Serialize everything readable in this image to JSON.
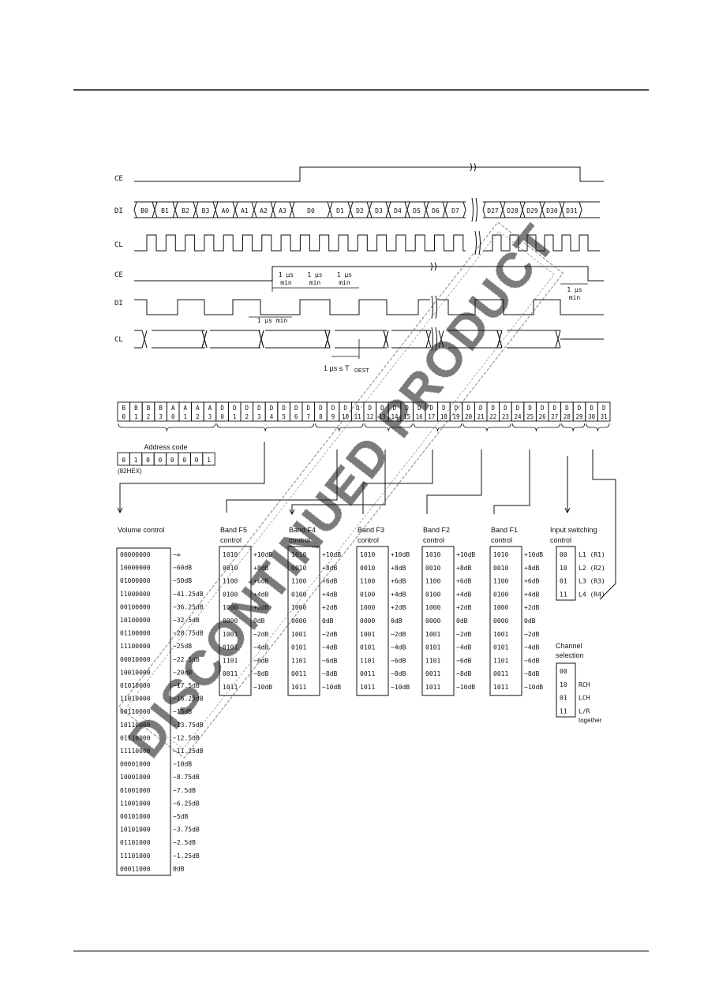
{
  "timing": {
    "top_signals": {
      "ce": "CE",
      "di": "DI",
      "cl": "CL"
    },
    "bits": [
      "B0",
      "B1",
      "B2",
      "B3",
      "A0",
      "A1",
      "A2",
      "A3",
      "D0",
      "D1",
      "D2",
      "D3",
      "D4",
      "D5",
      "D6",
      "D7",
      "D27",
      "D28",
      "D29",
      "D30",
      "D31"
    ],
    "bottom_signals": {
      "ce": "CE",
      "di": "DI",
      "cl": "CL"
    },
    "annotations": {
      "min1": [
        "1 µs",
        "min"
      ],
      "min2": [
        "1 µs",
        "min"
      ],
      "min3": [
        "1 µs",
        "min"
      ],
      "min_di": "1 µs  min",
      "min_ce_end": [
        "1 µs",
        "min"
      ],
      "tdest_main": "1 µs ≤ T",
      "tdest_sub": "DEST"
    }
  },
  "bitmap": {
    "cells": [
      [
        "B",
        "0"
      ],
      [
        "B",
        "1"
      ],
      [
        "B",
        "2"
      ],
      [
        "B",
        "3"
      ],
      [
        "A",
        "0"
      ],
      [
        "A",
        "1"
      ],
      [
        "A",
        "2"
      ],
      [
        "A",
        "3"
      ],
      [
        "D",
        "0"
      ],
      [
        "D",
        "1"
      ],
      [
        "D",
        "2"
      ],
      [
        "D",
        "3"
      ],
      [
        "D",
        "4"
      ],
      [
        "D",
        "5"
      ],
      [
        "D",
        "6"
      ],
      [
        "D",
        "7"
      ],
      [
        "D",
        "8"
      ],
      [
        "D",
        "9"
      ],
      [
        "D",
        "10"
      ],
      [
        "D",
        "11"
      ],
      [
        "D",
        "12"
      ],
      [
        "D",
        "13"
      ],
      [
        "D",
        "14"
      ],
      [
        "D",
        "15"
      ],
      [
        "D",
        "16"
      ],
      [
        "D",
        "17"
      ],
      [
        "D",
        "18"
      ],
      [
        "D",
        "19"
      ],
      [
        "D",
        "20"
      ],
      [
        "D",
        "21"
      ],
      [
        "D",
        "22"
      ],
      [
        "D",
        "23"
      ],
      [
        "D",
        "24"
      ],
      [
        "D",
        "25"
      ],
      [
        "D",
        "26"
      ],
      [
        "D",
        "27"
      ],
      [
        "D",
        "28"
      ],
      [
        "D",
        "29"
      ],
      [
        "D",
        "30"
      ],
      [
        "D",
        "31"
      ]
    ],
    "address_label": "Address code",
    "address_bits": [
      "0",
      "1",
      "0",
      "0",
      "0",
      "0",
      "0",
      "1"
    ],
    "address_hex": "(82HEX)"
  },
  "volume": {
    "title": "Volume control",
    "rows": [
      [
        "00000000",
        "−∞"
      ],
      [
        "10000000",
        "−60dB"
      ],
      [
        "01000000",
        "−50dB"
      ],
      [
        "11000000",
        "−41.25dB"
      ],
      [
        "00100000",
        "−36.25dB"
      ],
      [
        "10100000",
        "−32.5dB"
      ],
      [
        "01100000",
        "−28.75dB"
      ],
      [
        "11100000",
        "−25dB"
      ],
      [
        "00010000",
        "−22.5dB"
      ],
      [
        "10010000",
        "−20dB"
      ],
      [
        "01010000",
        "−17.5dB"
      ],
      [
        "11010000",
        "−16.25dB"
      ],
      [
        "00110000",
        "−15dB"
      ],
      [
        "10110000",
        "−13.75dB"
      ],
      [
        "01110000",
        "−12.5dB"
      ],
      [
        "11110000",
        "−11.25dB"
      ],
      [
        "00001000",
        "−10dB"
      ],
      [
        "10001000",
        "−8.75dB"
      ],
      [
        "01001000",
        "−7.5dB"
      ],
      [
        "11001000",
        "−6.25dB"
      ],
      [
        "00101000",
        "−5dB"
      ],
      [
        "10101000",
        "−3.75dB"
      ],
      [
        "01101000",
        "−2.5dB"
      ],
      [
        "11101000",
        "−1.25dB"
      ],
      [
        "00011000",
        "0dB"
      ]
    ]
  },
  "bands": [
    {
      "title": [
        "Band F5",
        "control"
      ]
    },
    {
      "title": [
        "Band F4",
        "control"
      ]
    },
    {
      "title": [
        "Band F3",
        "control"
      ]
    },
    {
      "title": [
        "Band F2",
        "control"
      ]
    },
    {
      "title": [
        "Band F1",
        "control"
      ]
    }
  ],
  "band_rows": [
    [
      "1010",
      "+10dB"
    ],
    [
      "0010",
      "+8dB"
    ],
    [
      "1100",
      "+6dB"
    ],
    [
      "0100",
      "+4dB"
    ],
    [
      "1000",
      "+2dB"
    ],
    [
      "0000",
      "0dB"
    ],
    [
      "1001",
      "−2dB"
    ],
    [
      "0101",
      "−4dB"
    ],
    [
      "1101",
      "−6dB"
    ],
    [
      "0011",
      "−8dB"
    ],
    [
      "1011",
      "−10dB"
    ]
  ],
  "input": {
    "title": [
      "Input switching",
      "control"
    ],
    "rows": [
      [
        "00",
        "L1 (R1)"
      ],
      [
        "10",
        "L2 (R2)"
      ],
      [
        "01",
        "L3 (R3)"
      ],
      [
        "11",
        "L4 (R4)"
      ]
    ]
  },
  "channel": {
    "title": [
      "Channel",
      "selection"
    ],
    "rows": [
      [
        "00",
        ""
      ],
      [
        "10",
        "RCH"
      ],
      [
        "01",
        "LCH"
      ],
      [
        "11",
        "L/R"
      ]
    ],
    "extra": "together"
  },
  "watermark": "DISCONTINUED PRODUCT"
}
